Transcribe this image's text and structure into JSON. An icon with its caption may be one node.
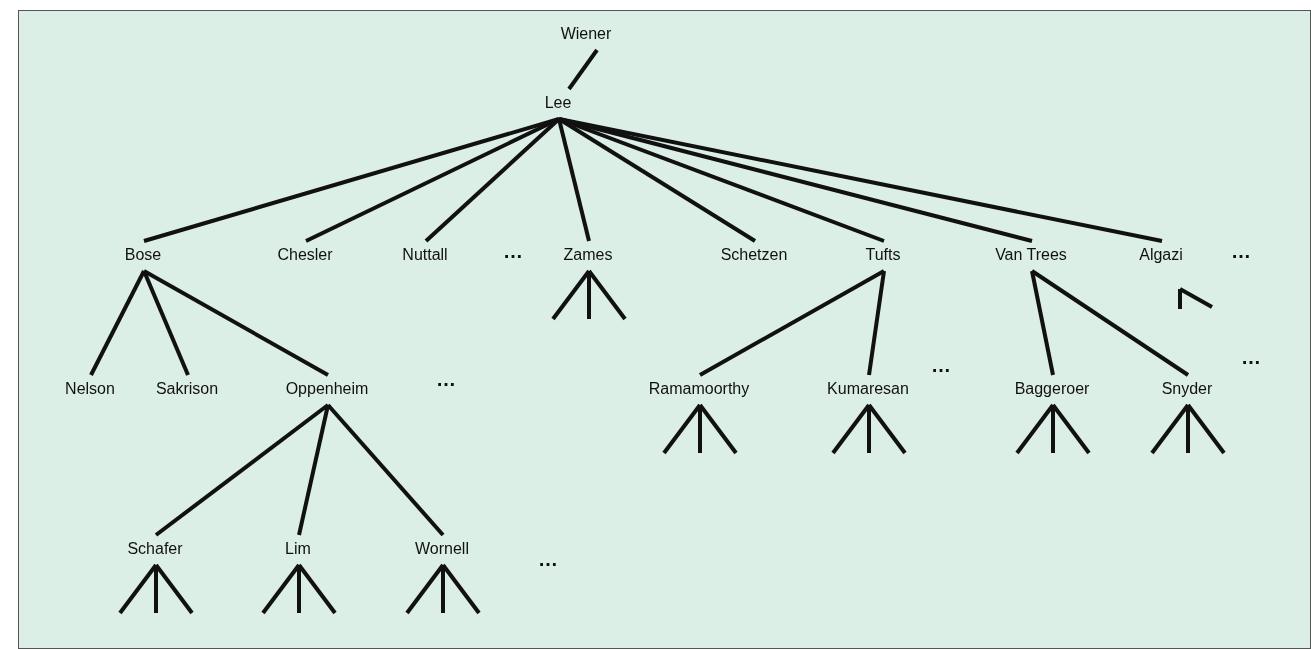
{
  "diagram": {
    "nodes": [
      {
        "text": [
          "Wiener"
        ]
      },
      {
        "text": [
          "Lee"
        ]
      },
      {
        "text": [
          "Bose"
        ]
      },
      {
        "text": [
          "Chesler"
        ]
      },
      {
        "text": [
          "Nuttall"
        ]
      },
      {
        "text": [
          "Zames"
        ]
      },
      {
        "text": [
          "Schetzen"
        ]
      },
      {
        "text": [
          "Tufts"
        ]
      },
      {
        "text": [
          "Van Trees"
        ]
      },
      {
        "text": [
          "Algazi"
        ]
      },
      {
        "text": [
          "Nelson"
        ]
      },
      {
        "text": [
          "Sakrison"
        ]
      },
      {
        "text": [
          "Oppenheim"
        ]
      },
      {
        "text": [
          "Ramamoorthy"
        ]
      },
      {
        "text": [
          "Kumaresan"
        ]
      },
      {
        "text": [
          "Baggeroer"
        ]
      },
      {
        "text": [
          "Snyder"
        ]
      },
      {
        "text": [
          "Schafer"
        ]
      },
      {
        "text": [
          "Lim"
        ]
      },
      {
        "text": [
          "Wornell"
        ]
      }
    ],
    "edges": [
      {
        "from": 0,
        "to": 1,
        "arrow": "none"
      },
      {
        "from": 1,
        "to": 2,
        "arrow": "none"
      },
      {
        "from": 1,
        "to": 3,
        "arrow": "none"
      },
      {
        "from": 1,
        "to": 4,
        "arrow": "none"
      },
      {
        "from": 1,
        "to": 5,
        "arrow": "none"
      },
      {
        "from": 1,
        "to": 6,
        "arrow": "none"
      },
      {
        "from": 1,
        "to": 7,
        "arrow": "none"
      },
      {
        "from": 1,
        "to": 8,
        "arrow": "none"
      },
      {
        "from": 1,
        "to": 9,
        "arrow": "none"
      },
      {
        "from": 2,
        "to": 10,
        "arrow": "none"
      },
      {
        "from": 2,
        "to": 11,
        "arrow": "none"
      },
      {
        "from": 2,
        "to": 12,
        "arrow": "none"
      },
      {
        "from": 12,
        "to": 17,
        "arrow": "none"
      },
      {
        "from": 12,
        "to": 18,
        "arrow": "none"
      },
      {
        "from": 12,
        "to": 19,
        "arrow": "none"
      },
      {
        "from": 7,
        "to": 13,
        "arrow": "none"
      },
      {
        "from": 7,
        "to": 14,
        "arrow": "none"
      },
      {
        "from": 8,
        "to": 15,
        "arrow": "none"
      },
      {
        "from": 8,
        "to": 16,
        "arrow": "none"
      },
      {
        "from": 5,
        "to": null,
        "arrow": "none"
      },
      {
        "from": 5,
        "to": null,
        "arrow": "none"
      },
      {
        "from": 5,
        "to": null,
        "arrow": "none"
      },
      {
        "from": 9,
        "to": null,
        "arrow": "none"
      },
      {
        "from": 9,
        "to": null,
        "arrow": "none"
      },
      {
        "from": 13,
        "to": null,
        "arrow": "none"
      },
      {
        "from": 13,
        "to": null,
        "arrow": "none"
      },
      {
        "from": 13,
        "to": null,
        "arrow": "none"
      },
      {
        "from": 14,
        "to": null,
        "arrow": "none"
      },
      {
        "from": 14,
        "to": null,
        "arrow": "none"
      },
      {
        "from": 14,
        "to": null,
        "arrow": "none"
      },
      {
        "from": 15,
        "to": null,
        "arrow": "none"
      },
      {
        "from": 15,
        "to": null,
        "arrow": "none"
      },
      {
        "from": 15,
        "to": null,
        "arrow": "none"
      },
      {
        "from": 16,
        "to": null,
        "arrow": "none"
      },
      {
        "from": 16,
        "to": null,
        "arrow": "none"
      },
      {
        "from": 16,
        "to": null,
        "arrow": "none"
      },
      {
        "from": 17,
        "to": null,
        "arrow": "none"
      },
      {
        "from": 17,
        "to": null,
        "arrow": "none"
      },
      {
        "from": 17,
        "to": null,
        "arrow": "none"
      },
      {
        "from": 18,
        "to": null,
        "arrow": "none"
      },
      {
        "from": 18,
        "to": null,
        "arrow": "none"
      },
      {
        "from": 18,
        "to": null,
        "arrow": "none"
      },
      {
        "from": 19,
        "to": null,
        "arrow": "none"
      },
      {
        "from": 19,
        "to": null,
        "arrow": "none"
      },
      {
        "from": 19,
        "to": null,
        "arrow": "none"
      }
    ],
    "labels": [
      "…",
      "…",
      "…",
      "…",
      "…",
      "…"
    ]
  }
}
